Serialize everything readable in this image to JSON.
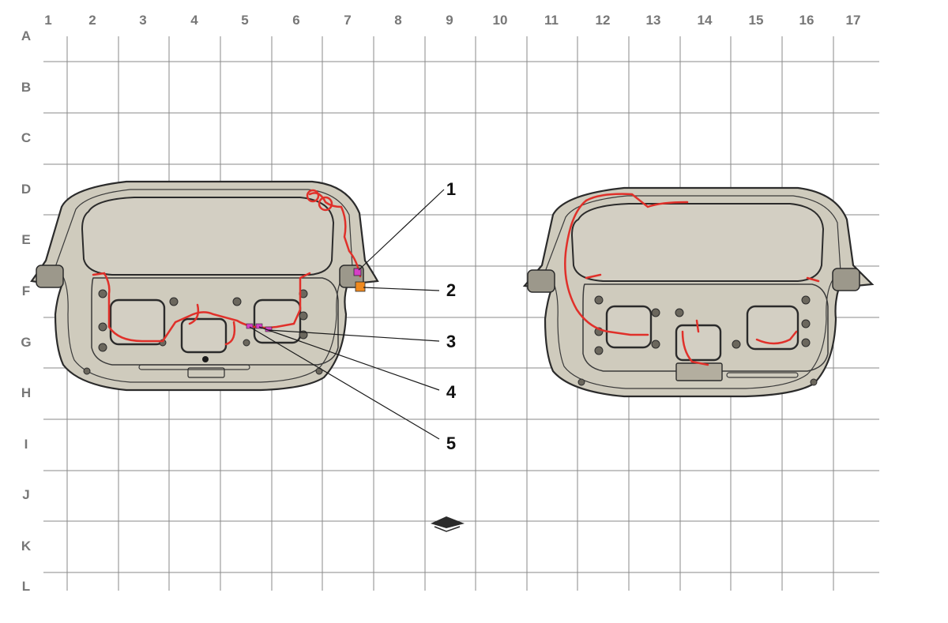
{
  "grid": {
    "columns": [
      "1",
      "2",
      "3",
      "4",
      "5",
      "6",
      "7",
      "8",
      "9",
      "10",
      "11",
      "12",
      "13",
      "14",
      "15",
      "16",
      "17"
    ],
    "rows": [
      "A",
      "B",
      "C",
      "D",
      "E",
      "F",
      "G",
      "H",
      "I",
      "J",
      "K",
      "L"
    ]
  },
  "callouts": [
    "1",
    "2",
    "3",
    "4",
    "5"
  ],
  "colors": {
    "grid_line": "#8a8a8a",
    "label": "#777777",
    "panel_fill": "#cfcbbd",
    "glass_fill": "#d3cfc3",
    "outline": "#2b2b2b",
    "harness": "#e0302a",
    "connector_pink": "#d63fc6",
    "connector_orange": "#f08a1e"
  },
  "icons": [
    "vehicle-front-direction-icon"
  ]
}
